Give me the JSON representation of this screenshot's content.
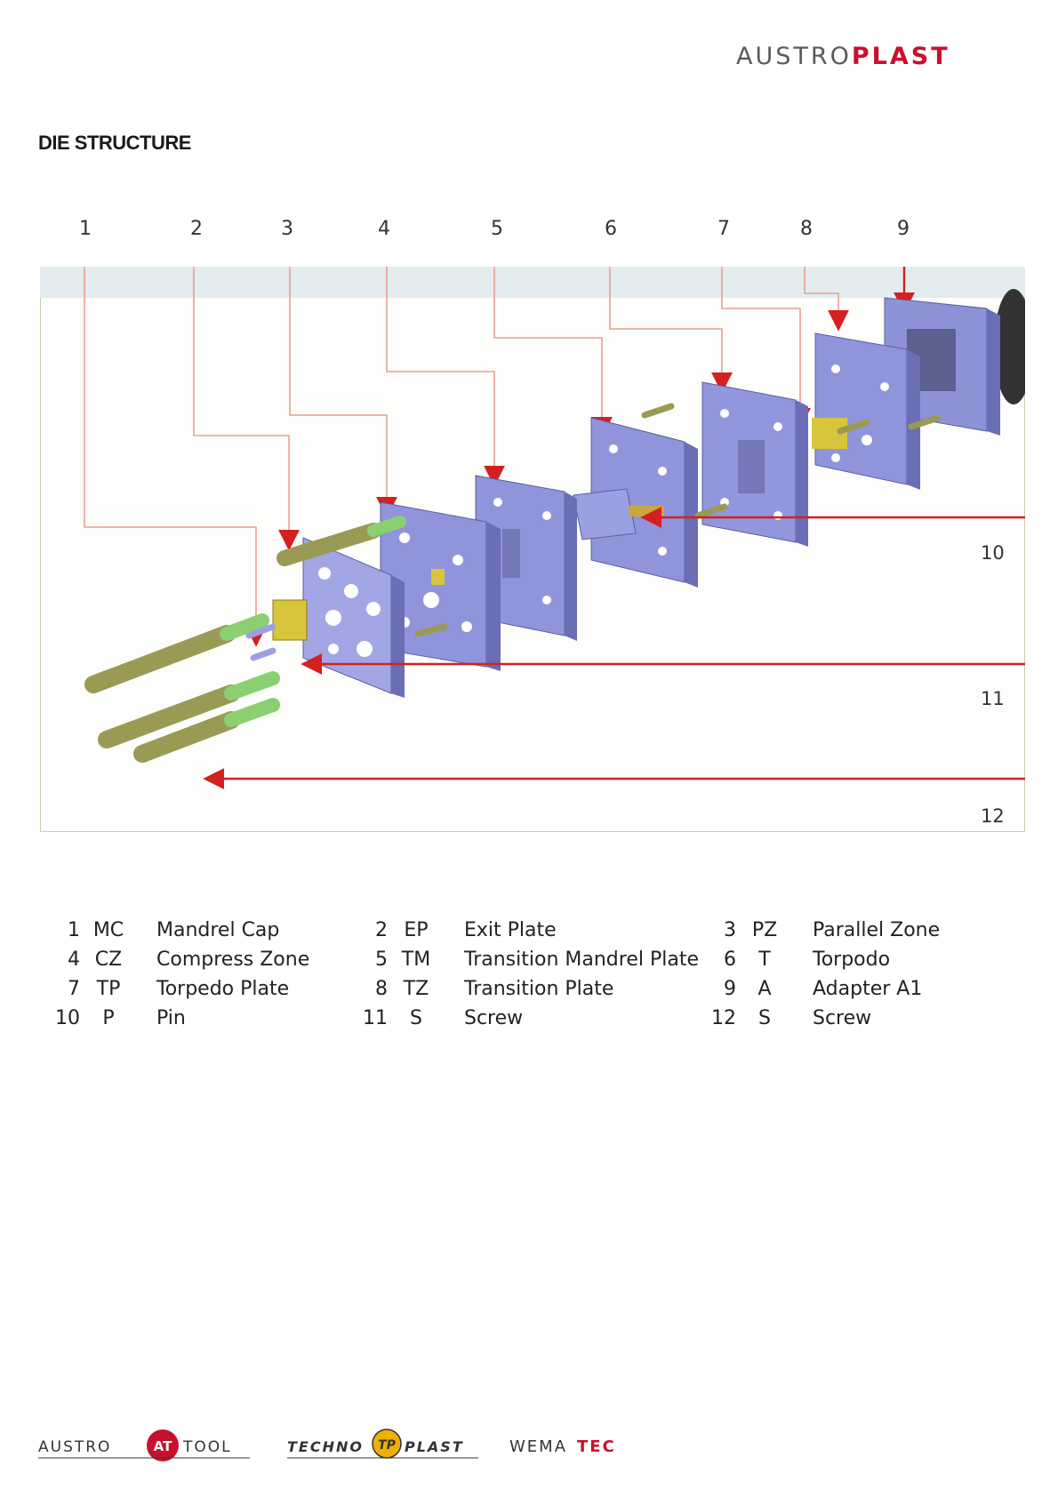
{
  "brand": {
    "part1": "AUSTRO",
    "part2": "PLAST"
  },
  "page_title": "DIE STRUCTURE",
  "diagram": {
    "top_labels": [
      "1",
      "2",
      "3",
      "4",
      "5",
      "6",
      "7",
      "8",
      "9"
    ],
    "side_labels": [
      "10",
      "11",
      "12"
    ]
  },
  "legend": [
    [
      {
        "num": "1",
        "code": "MC",
        "name": "Mandrel Cap"
      },
      {
        "num": "2",
        "code": "EP",
        "name": "Exit Plate"
      },
      {
        "num": "3",
        "code": "PZ",
        "name": "Parallel Zone"
      }
    ],
    [
      {
        "num": "4",
        "code": "CZ",
        "name": "Compress Zone"
      },
      {
        "num": "5",
        "code": "TM",
        "name": "Transition Mandrel Plate"
      },
      {
        "num": "6",
        "code": "T",
        "name": "Torpodo"
      }
    ],
    [
      {
        "num": "7",
        "code": "TP",
        "name": "Torpedo Plate"
      },
      {
        "num": "8",
        "code": "TZ",
        "name": "Transition Plate"
      },
      {
        "num": "9",
        "code": "A",
        "name": "Adapter A1"
      }
    ],
    [
      {
        "num": "10",
        "code": "P",
        "name": "Pin"
      },
      {
        "num": "11",
        "code": "S",
        "name": "Screw"
      },
      {
        "num": "12",
        "code": "S",
        "name": "Screw"
      }
    ]
  ],
  "footer": {
    "austrotool": {
      "left": "AUSTRO",
      "badge": "AT",
      "right": "TOOL"
    },
    "technoplast": {
      "left": "TECHNO",
      "badge": "TP",
      "right": "PLAST"
    },
    "wematec": {
      "left": "WEMA",
      "right": "TEC"
    }
  },
  "colors": {
    "brand_red": "#c8102e",
    "leader_line": "#e8a090",
    "arrow_red": "#d42020",
    "plate": "#8a8fd8",
    "rod": "#9a9a55"
  }
}
